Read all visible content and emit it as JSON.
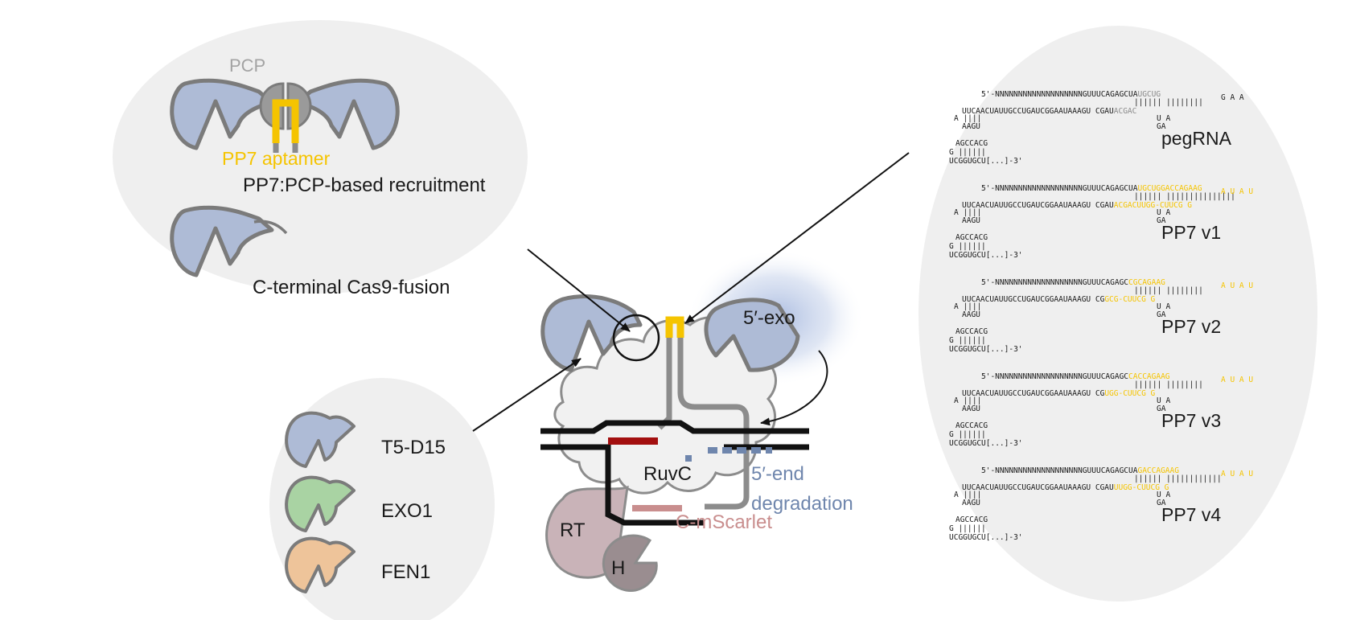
{
  "labels": {
    "pcp": "PCP",
    "pp7_aptamer": "PP7 aptamer",
    "pp7_recruitment": "PP7:PCP-based recruitment",
    "c_terminal_fusion": "C-terminal Cas9-fusion",
    "t5": "T5-D15",
    "exo1": "EXO1",
    "fen1": "FEN1",
    "exo5": "5′-exo",
    "ruvc": "RuvC",
    "rt": "RT",
    "h": "H",
    "end_degradation_1": "5′-end",
    "end_degradation_2": "degradation",
    "mscarlet": "C-mScarlet"
  },
  "pegrna_variants": [
    {
      "name": "pegRNA",
      "line1_black": "5'-NNNNNNNNNNNNNNNNNNNGUUUCAGAGCUA",
      "line1_color": "UGCUG",
      "line2_pairs": "||||||  ||||||||",
      "line3_black": "UUCAACUAUUGCCUGAUCGGAAUAAAGU  CGAU",
      "line3_color": "ACGAC",
      "loop_right": "G A A",
      "tail1": "AAGU",
      "tail2": "AGCCACG",
      "tail3": "UCGGUGCU[...]-3'"
    },
    {
      "name": "PP7 v1",
      "line1_black": "5'-NNNNNNNNNNNNNNNNNNNGUUUCAGAGCUA",
      "line1_color": "UGCUGGACCAGAAG",
      "line2_pairs": "||||||  |||||||||||||||",
      "line3_black": "UUCAACUAUUGCCUGAUCGGAAUAAAGU  CGAU",
      "line3_color": "ACGACUUGG-CUUCG G",
      "loop_right": "A U A U",
      "tail1": "AAGU",
      "tail2": "AGCCACG",
      "tail3": "UCGGUGCU[...]-3'"
    },
    {
      "name": "PP7 v2",
      "line1_black": "5'-NNNNNNNNNNNNNNNNNNNGUUUCAGAGC",
      "line1_color": "CGCAGAAG",
      "line2_pairs": "||||||  ||||||||",
      "line3_black": "UUCAACUAUUGCCUGAUCGGAAUAAAGU  CG",
      "line3_color": "GCG-CUUCG G",
      "loop_right": "A U A U",
      "tail1": "AAGU",
      "tail2": "AGCCACG",
      "tail3": "UCGGUGCU[...]-3'"
    },
    {
      "name": "PP7 v3",
      "line1_black": "5'-NNNNNNNNNNNNNNNNNNNGUUUCAGAGC",
      "line1_color": "CACCAGAAG",
      "line2_pairs": "||||||  ||||||||",
      "line3_black": "UUCAACUAUUGCCUGAUCGGAAUAAAGU  CG",
      "line3_color": "UGG-CUUCG G",
      "loop_right": "A U A U",
      "tail1": "AAGU",
      "tail2": "AGCCACG",
      "tail3": "UCGGUGCU[...]-3'"
    },
    {
      "name": "PP7 v4",
      "line1_black": "5'-NNNNNNNNNNNNNNNNNNNGUUUCAGAGCUA",
      "line1_color": "GACCAGAAG",
      "line2_pairs": "||||||  ||||||||||||",
      "line3_black": "UUCAACUAUUGCCUGAUCGGAAUAAAGU  CGAU",
      "line3_color": "UUGG-CUUCG G",
      "loop_right": "A U A U",
      "tail1": "AAGU",
      "tail2": "AGCCACG",
      "tail3": "UCGGUGCU[...]-3'"
    }
  ],
  "colors": {
    "bubble_fill": "#efefef",
    "exo_blue": "#aebbd6",
    "exo_green": "#a9d3a3",
    "exo_orange": "#eec49a",
    "outline_gray": "#7b7b7b",
    "aptamer_yellow": "#f5c400",
    "dna_black": "#111111",
    "red_segment": "#a30f0f",
    "pink_segment": "#c98e8e",
    "degradation_blue": "#6f86ad",
    "rt_mauve": "#c9b3b8",
    "h_gray": "#9a8d90"
  },
  "icons": [
    "exonuclease-pacman-icon",
    "pcp-dimer-icon",
    "cas9-cloud-icon",
    "rt-domain-icon"
  ]
}
